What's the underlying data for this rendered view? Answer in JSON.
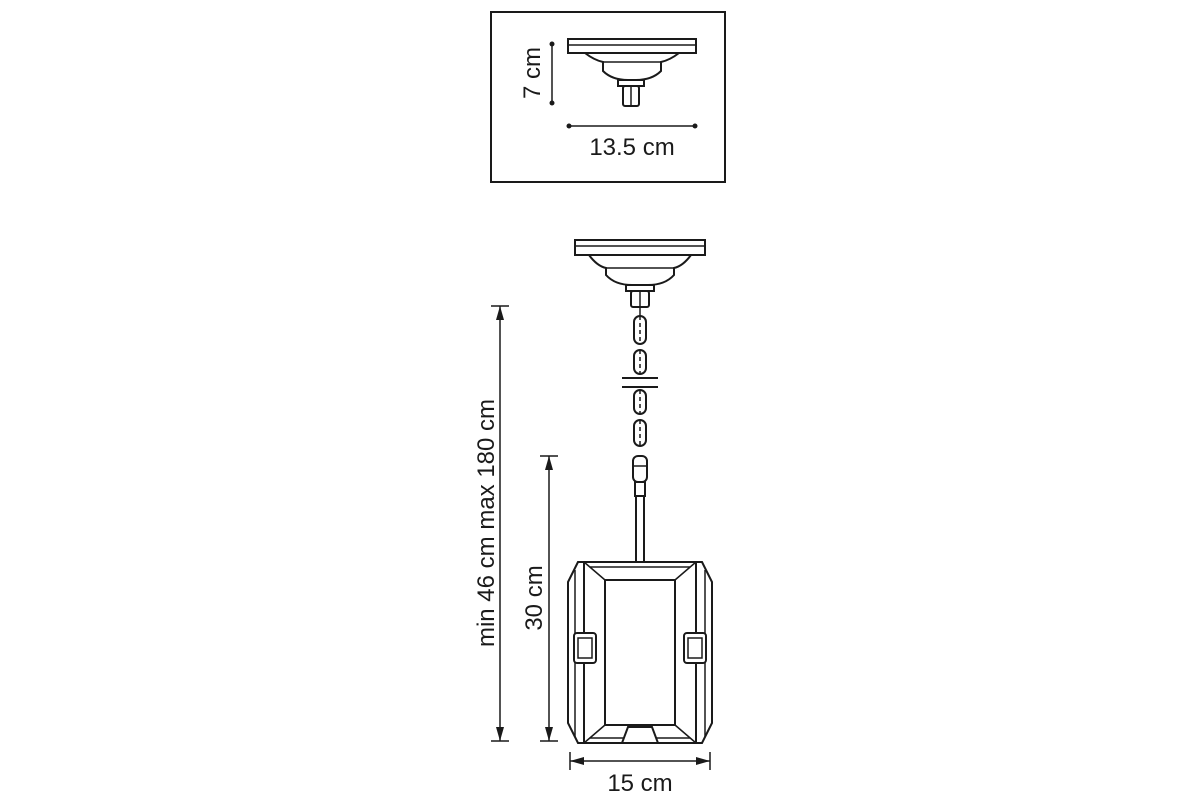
{
  "canopy_detail": {
    "height_label": "7 cm",
    "width_label": "13.5 cm"
  },
  "lamp": {
    "total_height_label": "min 46 cm max 180 cm",
    "shade_height_label": "30 cm",
    "shade_width_label": "15 cm"
  }
}
